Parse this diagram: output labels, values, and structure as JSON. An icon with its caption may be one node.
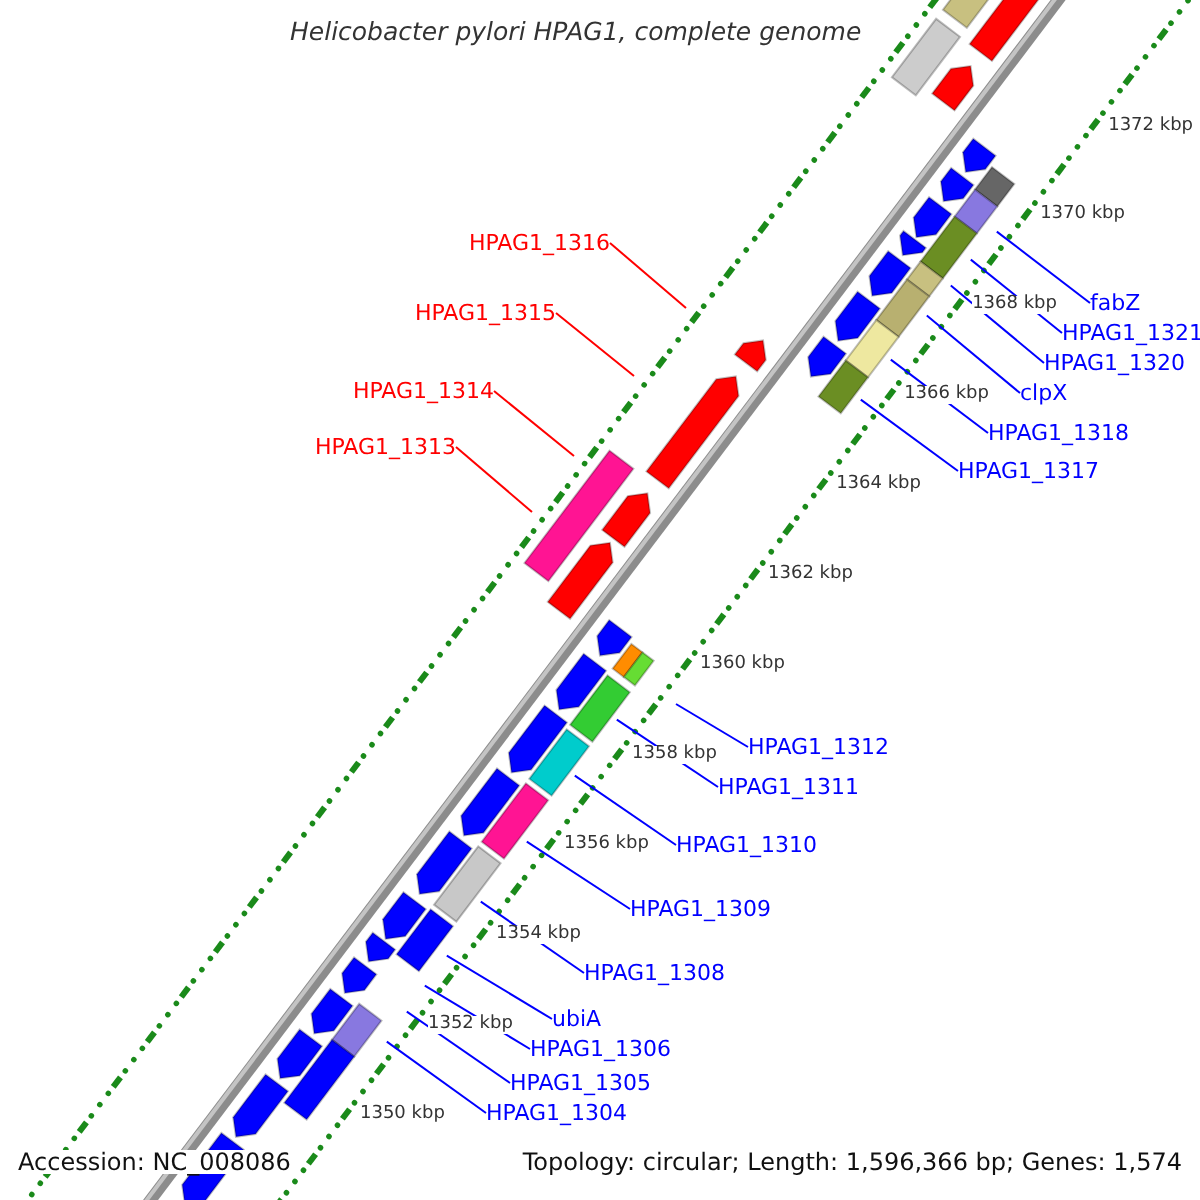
{
  "diagram": {
    "title": "Helicobacter pylori HPAG1, complete genome",
    "nodes": [
      {
        "text": [
          "HPAG1_1316"
        ]
      },
      {
        "text": [
          "fabZ"
        ]
      },
      {
        "text": [
          "HPAG1_1315"
        ]
      },
      {
        "text": [
          "HPAG1_1321"
        ]
      },
      {
        "text": [
          "HPAG1_1320"
        ]
      },
      {
        "text": [
          "HPAG1_1314"
        ]
      },
      {
        "text": [
          "clpX"
        ]
      },
      {
        "text": [
          "HPAG1_1318"
        ]
      },
      {
        "text": [
          "HPAG1_1313"
        ]
      },
      {
        "text": [
          "HPAG1_1317"
        ]
      },
      {
        "text": [
          "HPAG1_1312"
        ]
      },
      {
        "text": [
          "HPAG1_1311"
        ]
      },
      {
        "text": [
          "HPAG1_1310"
        ]
      },
      {
        "text": [
          "HPAG1_1309"
        ]
      },
      {
        "text": [
          "HPAG1_1308"
        ]
      },
      {
        "text": [
          "ubiA"
        ]
      },
      {
        "text": [
          "HPAG1_1306"
        ]
      },
      {
        "text": [
          "HPAG1_1305"
        ]
      },
      {
        "text": [
          "HPAG1_1304"
        ]
      }
    ],
    "edges": [
      {
        "from": 0,
        "to": null,
        "arrow": "none",
        "color": "#ff0000"
      },
      {
        "from": 1,
        "to": null,
        "arrow": "none"
      },
      {
        "from": 2,
        "to": null,
        "arrow": "none",
        "color": "#ff0000"
      },
      {
        "from": 3,
        "to": null,
        "arrow": "none"
      },
      {
        "from": 4,
        "to": null,
        "arrow": "none"
      },
      {
        "from": 5,
        "to": null,
        "arrow": "none",
        "color": "#ff0000"
      },
      {
        "from": 6,
        "to": null,
        "arrow": "none"
      },
      {
        "from": 7,
        "to": null,
        "arrow": "none"
      },
      {
        "from": 8,
        "to": null,
        "arrow": "none",
        "color": "#ff0000"
      },
      {
        "from": 9,
        "to": null,
        "arrow": "none"
      },
      {
        "from": 10,
        "to": null,
        "arrow": "none"
      },
      {
        "from": 11,
        "to": null,
        "arrow": "none"
      },
      {
        "from": 12,
        "to": null,
        "arrow": "none"
      },
      {
        "from": 13,
        "to": null,
        "arrow": "none"
      },
      {
        "from": 14,
        "to": null,
        "arrow": "none"
      },
      {
        "from": 15,
        "to": null,
        "arrow": "none"
      },
      {
        "from": 16,
        "to": null,
        "arrow": "none"
      },
      {
        "from": 17,
        "to": null,
        "arrow": "none"
      },
      {
        "from": 18,
        "to": null,
        "arrow": "none"
      }
    ],
    "labels": [
      "1372 kbp",
      "1370 kbp",
      "1368 kbp",
      "1366 kbp",
      "1364 kbp",
      "1362 kbp",
      "1360 kbp",
      "1358 kbp",
      "1356 kbp",
      "1354 kbp",
      "1352 kbp",
      "1350 kbp",
      "Accession: NC_008086",
      "Topology: circular; Length: 1,596,366 bp; Genes: 1,574"
    ]
  }
}
